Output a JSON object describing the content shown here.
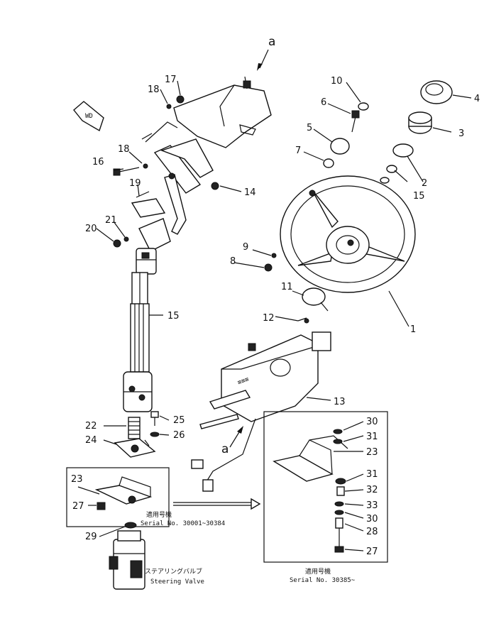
{
  "callouts": {
    "a_top": "a",
    "a_mid": "a",
    "n1": "1",
    "n2": "2",
    "n3": "3",
    "n4": "4",
    "n5": "5",
    "n6": "6",
    "n7": "7",
    "n8": "8",
    "n9": "9",
    "n10": "10",
    "n11": "11",
    "n12": "12",
    "n13": "13",
    "n14": "14",
    "n15a": "15",
    "n15b": "15",
    "n16": "16",
    "n17": "17",
    "n18a": "18",
    "n18b": "18",
    "n19": "19",
    "n20": "20",
    "n21": "21",
    "n22": "22",
    "n23a": "23",
    "n23b": "23",
    "n24": "24",
    "n25": "25",
    "n26": "26",
    "n27a": "27",
    "n27b": "27",
    "n28": "28",
    "n29": "29",
    "n30a": "30",
    "n30b": "30",
    "n31a": "31",
    "n31b": "31",
    "n32": "32",
    "n33": "33"
  },
  "front_mark": "WD",
  "inset_left": {
    "serial_jp": "適用号機",
    "serial": "Serial No. 30001~30384"
  },
  "inset_right": {
    "serial_jp": "適用号機",
    "serial": "Serial No. 30385~"
  },
  "steering_valve": {
    "jp": "ステアリングバルブ",
    "en": "Steering Valve"
  }
}
